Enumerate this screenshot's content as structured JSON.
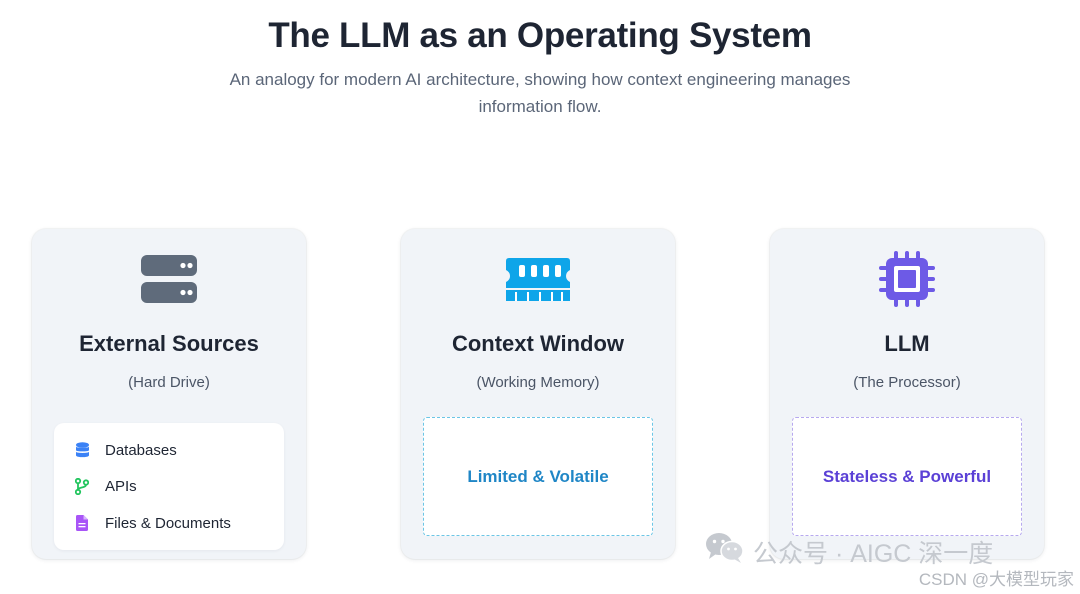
{
  "header": {
    "title": "The LLM as an Operating System",
    "subtitle": "An analogy for modern AI architecture, showing how context engineering manages information flow."
  },
  "cards": [
    {
      "icon": "server-icon",
      "title": "External Sources",
      "subtitle": "(Hard Drive)",
      "items": [
        {
          "icon": "database-icon",
          "label": "Databases",
          "color": "#3b82f6"
        },
        {
          "icon": "git-branch-icon",
          "label": "APIs",
          "color": "#22c55e"
        },
        {
          "icon": "file-icon",
          "label": "Files & Documents",
          "color": "#a855f7"
        }
      ]
    },
    {
      "icon": "memory-icon",
      "title": "Context Window",
      "subtitle": "(Working Memory)",
      "box_label": "Limited & Volatile"
    },
    {
      "icon": "cpu-icon",
      "title": "LLM",
      "subtitle": "(The Processor)",
      "box_label": "Stateless & Powerful"
    }
  ],
  "watermark": {
    "text": "公众号 · AIGC 深一度",
    "credit": "CSDN @大模型玩家"
  },
  "colors": {
    "title": "#1e2533",
    "server_icon": "#5f6b7b",
    "memory_icon": "#0ea5e9",
    "cpu_icon": "#6d5ae6",
    "card_bg": "#f1f4f8"
  }
}
